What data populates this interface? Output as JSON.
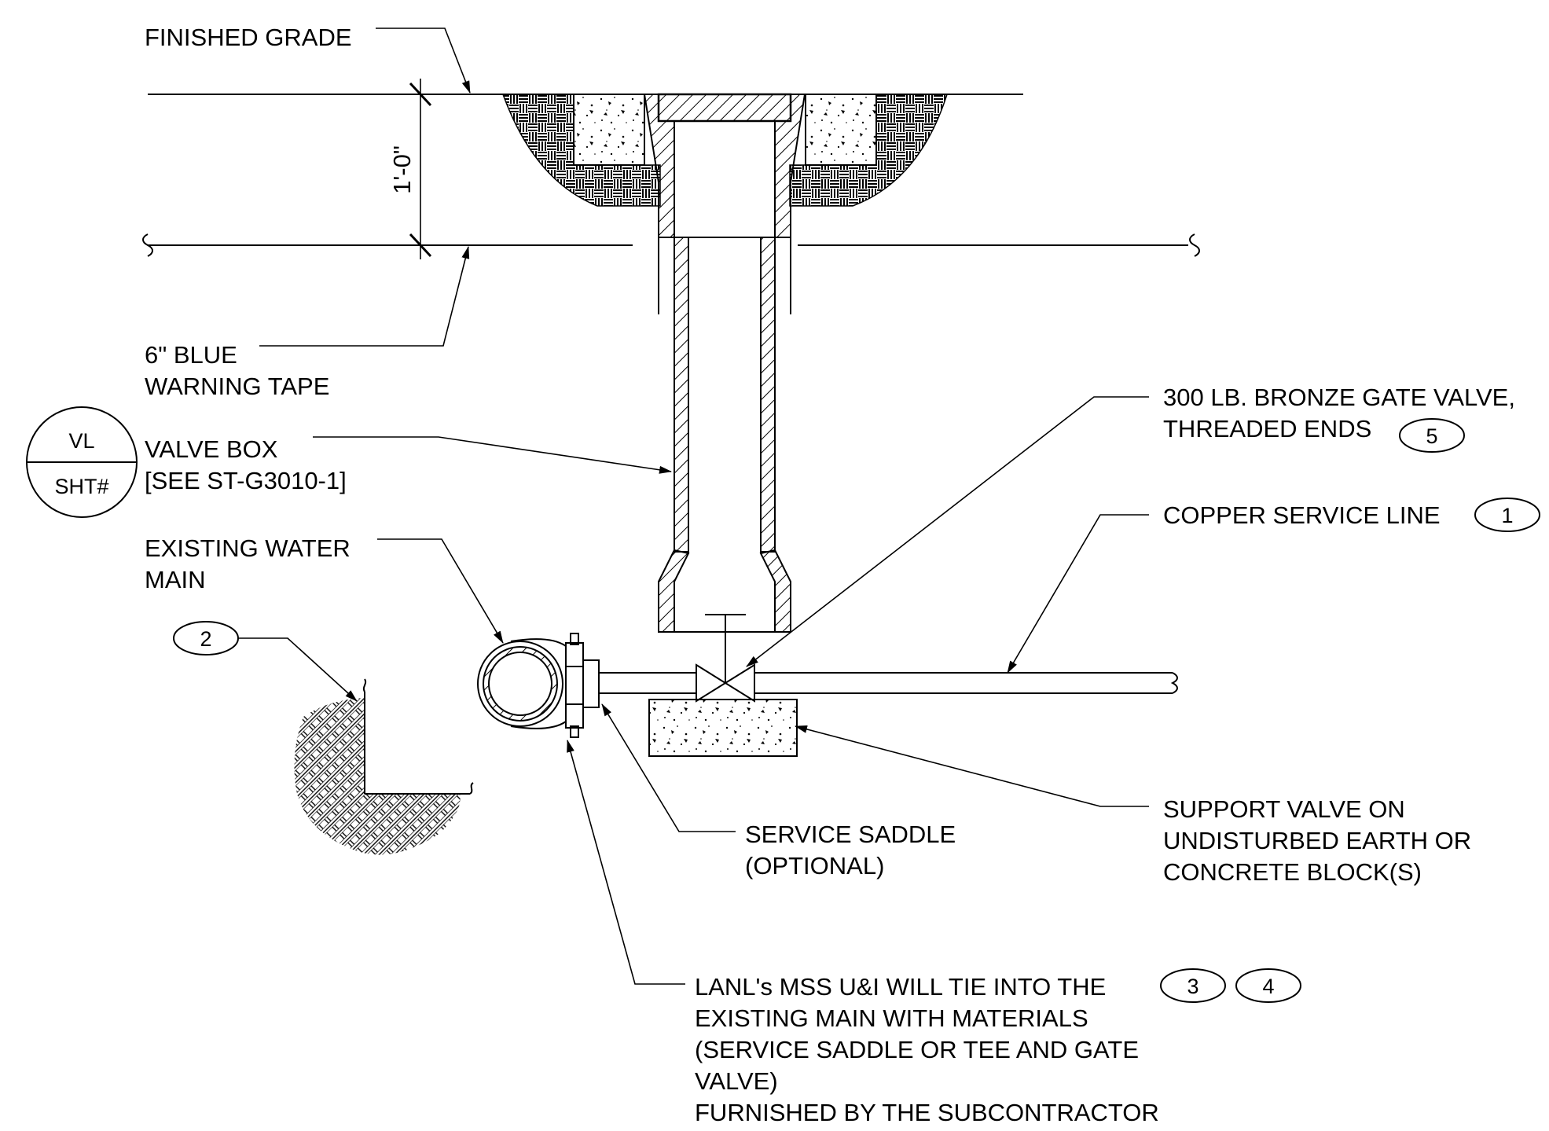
{
  "labels": {
    "finished_grade": "FINISHED GRADE",
    "dimension": "1'-0\"",
    "warning_tape_1": "6\" BLUE",
    "warning_tape_2": "WARNING TAPE",
    "valve_box_1": "VALVE BOX",
    "valve_box_2": "[SEE ST-G3010-1]",
    "water_main_1": "EXISTING WATER",
    "water_main_2": "MAIN",
    "gate_valve_1": "300 LB. BRONZE GATE VALVE,",
    "gate_valve_2": "THREADED ENDS",
    "copper_line": "COPPER SERVICE LINE",
    "support_1": "SUPPORT VALVE ON",
    "support_2": "UNDISTURBED EARTH OR",
    "support_3": "CONCRETE BLOCK(S)",
    "saddle_1": "SERVICE SADDLE",
    "saddle_2": "(OPTIONAL)",
    "lanl_1": "LANL's MSS U&I WILL TIE INTO THE",
    "lanl_2": "EXISTING MAIN WITH MATERIALS",
    "lanl_3": "(SERVICE SADDLE OR TEE AND GATE",
    "lanl_4": "VALVE)",
    "lanl_5": "FURNISHED BY THE SUBCONTRACTOR"
  },
  "symbol": {
    "top": "VL",
    "bottom": "SHT#"
  },
  "note_tags": {
    "gate_valve": "5",
    "copper_line": "1",
    "trench": "2",
    "lanl_a": "3",
    "lanl_b": "4"
  }
}
